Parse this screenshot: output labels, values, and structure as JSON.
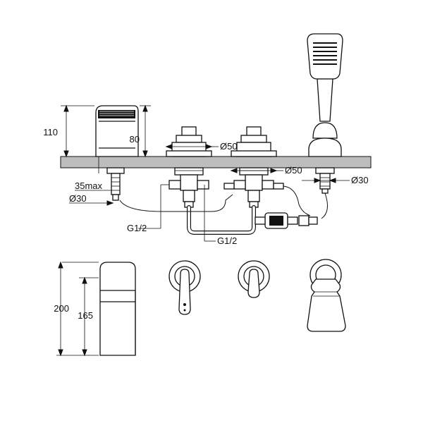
{
  "dimensions": {
    "spout_height": "110",
    "body_height": "80",
    "deck_thickness": "35max",
    "spout_hole": "Ø30",
    "valve_hole_left": "Ø50",
    "valve_hole_right": "Ø50",
    "diverter_hole": "Ø30",
    "connection_left": "G1/2",
    "connection_center": "G1/2",
    "plan_total_depth": "200",
    "plan_spout_depth": "165"
  }
}
